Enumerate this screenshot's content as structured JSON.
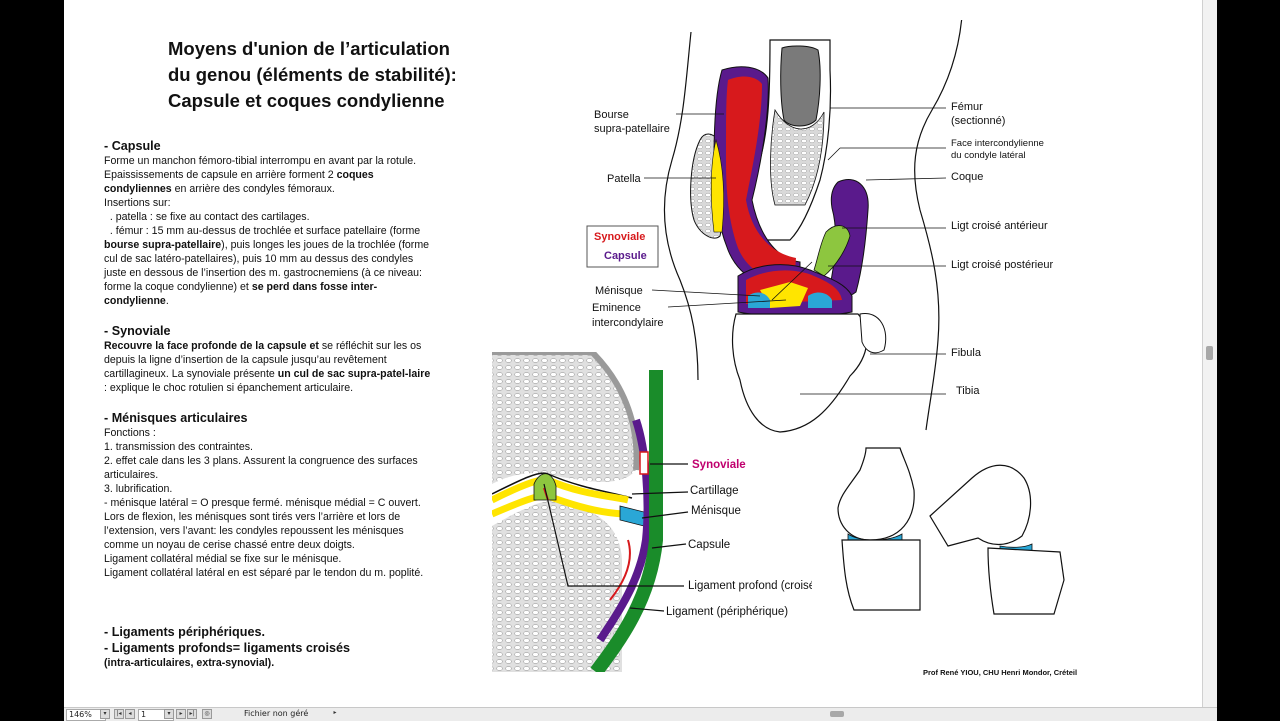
{
  "document": {
    "title_line1": "Moyens d'union de l’articulation",
    "title_line2": "du genou (éléments de stabilité):",
    "title_line3": "Capsule et coques condylienne",
    "capsule": {
      "heading": "- Capsule",
      "p1_a": "Forme un manchon fémoro-tibial interrompu en avant par la rotule. Epaississements de capsule en arrière forment 2 ",
      "p1_bold": "coques condyliennes",
      "p1_c": " en arrière des condyles fémoraux.",
      "insertions": "Insertions sur:",
      "patella": "  . patella : se fixe au contact des cartilages.",
      "femur_a": "  . fémur : 15 mm au-dessus de trochlée et surface patellaire (forme ",
      "femur_bold": "bourse supra-patellaire",
      "femur_c": "), puis longes les joues de la trochlée (forme cul de sac latéro-patellaires), puis 10 mm au dessus des condyles juste en dessous de l’insertion des m. gastrocnemiens (à ce niveau: forme la coque condylienne) et ",
      "femur_bold2": "se perd dans fosse inter-condylienne",
      "femur_end": "."
    },
    "synoviale": {
      "heading": "- Synoviale",
      "bold1": "Recouvre la face profonde de la capsule et",
      "t1": " se réfléchit sur les os depuis la ligne d’insertion de la capsule jusqu’au revêtement cartillagineux. La synoviale présente ",
      "bold2": "un cul de sac supra-patel-laire",
      "t2": " : explique le choc rotulien si épanchement articulaire."
    },
    "menisques": {
      "heading": "- Ménisques articulaires",
      "lines": [
        "Fonctions :",
        "1. transmission des contraintes.",
        "2. effet cale dans les 3 plans. Assurent la congruence des surfaces articulaires.",
        "3. lubrification.",
        "- ménisque latéral = O presque fermé. ménisque médial = C ouvert.",
        "Lors de flexion, les ménisques sont tirés vers l’arrière et lors de l’extension, vers l’avant: les condyles repoussent les ménisques comme un noyau de cerise chassé entre deux doigts.",
        "Ligament collatéral médial se fixe sur le ménisque.",
        "Ligament collatéral latéral en est séparé par le tendon du m. poplité."
      ]
    },
    "ligaments": {
      "peripheriques": "- Ligaments périphériques.",
      "profonds": "- Ligaments profonds= ligaments croisés",
      "profonds_sub": "(intra-articulaires, extra-synovial)."
    },
    "credit": "Prof René YIOU, CHU Henri Mondor, Créteil"
  },
  "figure_top": {
    "labels": {
      "bourse1": "Bourse",
      "bourse2": "supra-patellaire",
      "patella": "Patella",
      "menisque": "Ménisque",
      "eminence1": "Eminence",
      "eminence2": "intercondylaire",
      "femur1": "Fémur",
      "femur2": "(sectionné)",
      "face1": "Face intercondylienne",
      "face2": "du condyle latéral",
      "coque": "Coque",
      "lca": "Ligt croisé antérieur",
      "lcp": "Ligt croisé postérieur",
      "fibula": "Fibula",
      "tibia": "Tibia"
    },
    "legend": {
      "synoviale": "Synoviale",
      "capsule": "Capsule"
    }
  },
  "figure_section": {
    "labels": {
      "synoviale": "Synoviale",
      "cartillage": "Cartillage",
      "menisque": "Ménisque",
      "capsule": "Capsule",
      "profond": "Ligament profond (croisé)",
      "peripherique": "Ligament (périphérique)"
    }
  },
  "colors": {
    "synoviale": "#c0006e",
    "capsule": "#5a1a8c",
    "red": "#d7191c",
    "yellow": "#ffe500",
    "green": "#8dc63f",
    "dark_green": "#1a8c2a",
    "cyan": "#2aa7d6"
  },
  "statusbar": {
    "zoom": "146%",
    "page": "1",
    "status": "Fichier non géré"
  }
}
